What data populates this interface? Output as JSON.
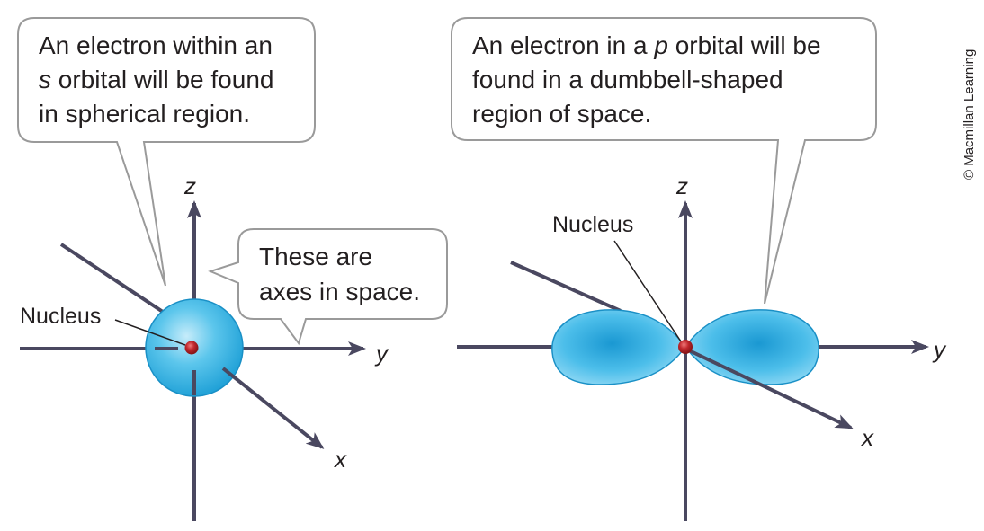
{
  "s_orbital": {
    "bubble_line1": "An electron within an",
    "bubble_line2_italic": "s",
    "bubble_line2_rest": " orbital will be found",
    "bubble_line3": "in spherical region.",
    "axes_bubble_line1": "These are",
    "axes_bubble_line2": "axes in space.",
    "nucleus_label": "Nucleus",
    "axis_z": "z",
    "axis_y": "y",
    "axis_x": "x"
  },
  "p_orbital": {
    "bubble_line1_pre": "An electron in a ",
    "bubble_line1_italic": "p",
    "bubble_line1_post": " orbital will be",
    "bubble_line2": "found in a dumbbell-shaped",
    "bubble_line3": "region of space.",
    "nucleus_label": "Nucleus",
    "axis_z": "z",
    "axis_y": "y",
    "axis_x": "x"
  },
  "copyright": "© Macmillan Learning",
  "colors": {
    "axis": "#4a4860",
    "orbital_light": "#b8e4f6",
    "orbital_mid": "#4cc0ea",
    "orbital_dark": "#1a9fd4",
    "nucleus": "#c0282d",
    "bubble_border": "#9a9a9a"
  }
}
